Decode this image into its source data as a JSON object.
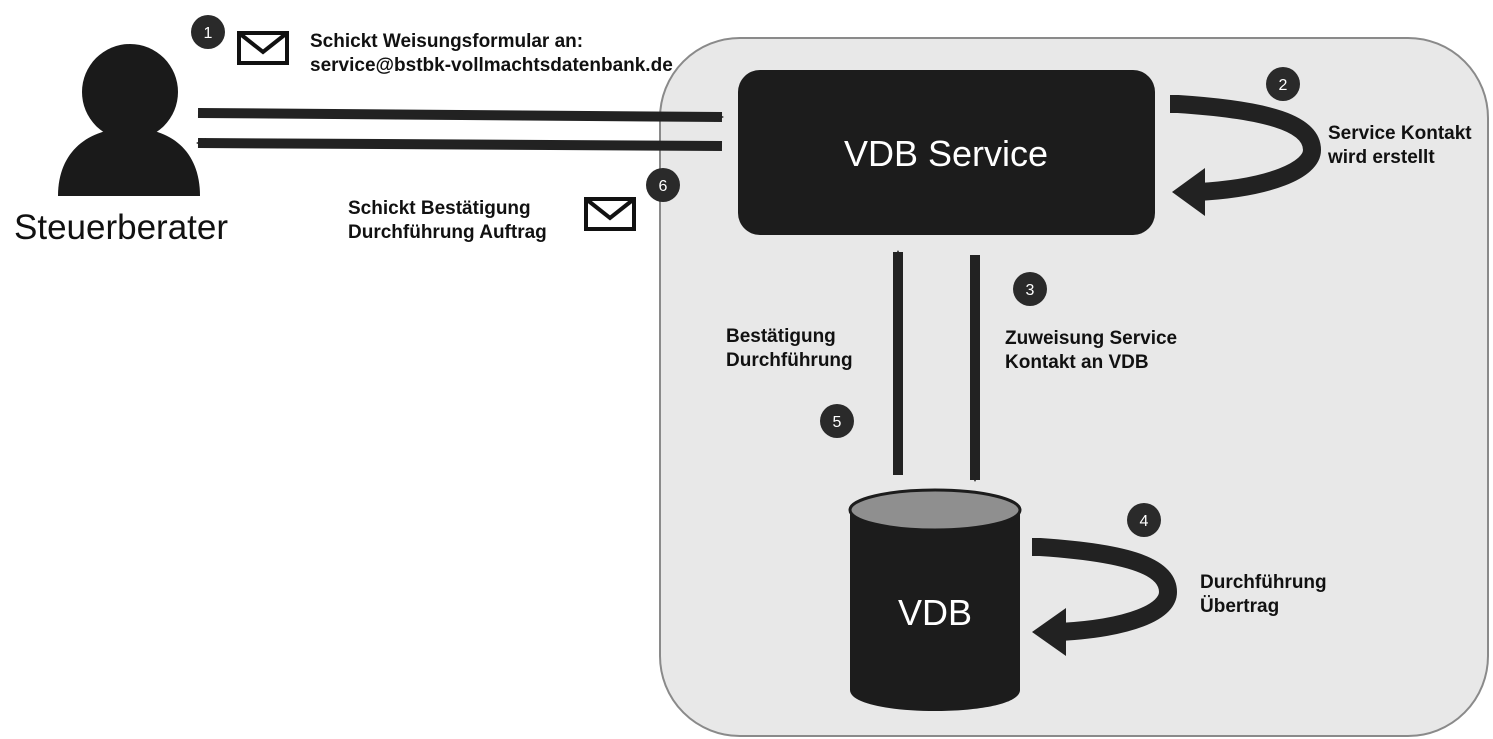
{
  "actor": {
    "label": "Steuerberater"
  },
  "service_box": {
    "label": "VDB Service"
  },
  "database": {
    "label": "VDB"
  },
  "steps": [
    {
      "number": "1",
      "lines": [
        "Schickt Weisungsformular an:",
        "service@bstbk-vollmachtsdatenbank.de"
      ]
    },
    {
      "number": "2",
      "lines": [
        "Service Kontakt",
        "wird erstellt"
      ]
    },
    {
      "number": "3",
      "lines": [
        "Zuweisung Service",
        "Kontakt an VDB"
      ]
    },
    {
      "number": "4",
      "lines": [
        "Durchführung",
        "Übertrag"
      ]
    },
    {
      "number": "5",
      "lines": [
        "Bestätigung",
        "Durchführung"
      ]
    },
    {
      "number": "6",
      "lines": [
        "Schickt Bestätigung",
        "Durchführung Auftrag"
      ]
    }
  ],
  "icons": [
    "person-icon",
    "envelope-icon",
    "envelope-icon",
    "loop-arrow-icon",
    "loop-arrow-icon"
  ],
  "colors": {
    "container_bg": "#e8e8e8",
    "container_border": "#8a8a8a",
    "box_fill": "#1c1c1c",
    "badge_fill": "#2a2a2a",
    "arrow": "#222222",
    "cylinder_top": "#8f8f8f"
  }
}
